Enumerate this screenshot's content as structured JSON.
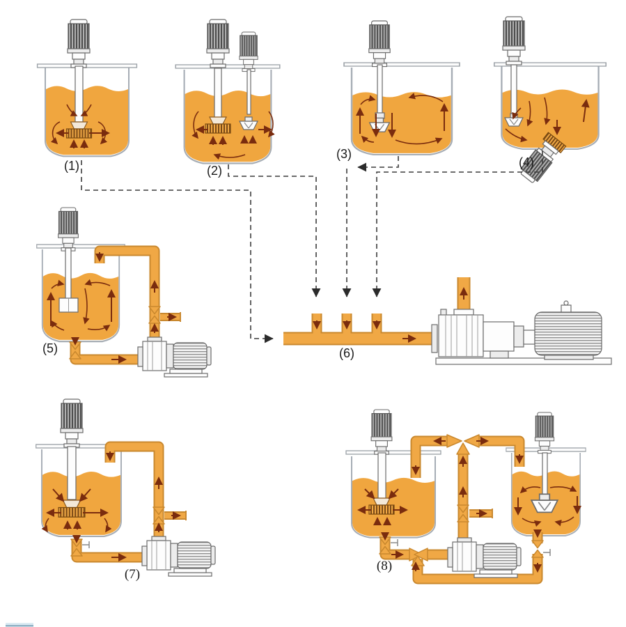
{
  "diagram": {
    "stations": [
      {
        "label": "(1)"
      },
      {
        "label": "(2)"
      },
      {
        "label": "(3)"
      },
      {
        "label": "(4)"
      },
      {
        "label": "(5)"
      },
      {
        "label": "(6)"
      },
      {
        "label": "(7)"
      },
      {
        "label": "(8)"
      }
    ],
    "colors": {
      "liquid": "#f0a63f",
      "pipe": "#f0a845",
      "pipe_border": "#c9882e",
      "flow_arrow": "#7a2c0e",
      "dashed_line": "#3c3c3c",
      "tank_outline": "#a6adb5",
      "label_text": "#1a1a1a",
      "footer_sliver": "#9db8c9"
    }
  }
}
